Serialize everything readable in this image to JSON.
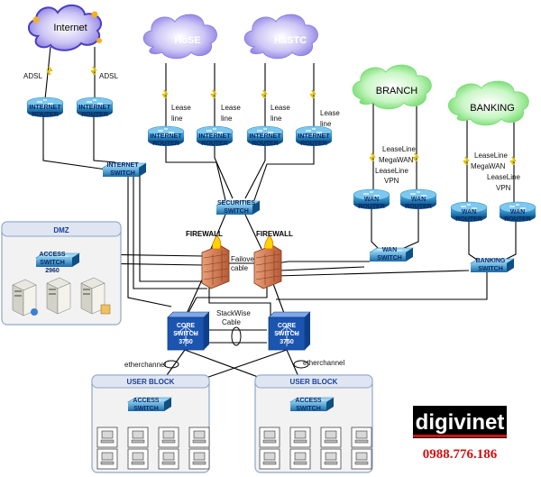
{
  "clouds": {
    "internet": "Internet",
    "hose": "HoSE",
    "hastc": "HaSTC",
    "branch": "BRANCH",
    "banking": "BANKING"
  },
  "labels": {
    "adsl": "ADSL",
    "lease": "Lease",
    "line": "line",
    "leaseline": "LeaseLine",
    "megawan": "MegaWAN",
    "vpn": "VPN",
    "firewall": "FIREWALL",
    "failover_1": "Failover",
    "failover_2": "cable",
    "stackwise_1": "StackWise",
    "stackwise_2": "Cable",
    "etherchannel": "etherchannel"
  },
  "devices": {
    "internet": "INTERNET",
    "router": "ROUTER",
    "switch": "SWITCH",
    "securities": "SECURITIES",
    "wan": "WAN",
    "banking": "BANKING",
    "access": "ACCESS",
    "model_2960": "2960",
    "core": "CORE",
    "model_3750": "3750"
  },
  "blocks": {
    "dmz": "DMZ",
    "user_block": "USER BLOCK"
  },
  "brand": {
    "name": "digivinet",
    "phone": "0988.776.186"
  },
  "colors": {
    "router": "#1f7fb5",
    "switch": "#1f6fa8",
    "core": "#1b55b0",
    "firewall": "#d87a50",
    "link": "#000000",
    "serial": "#e0c000",
    "block_bg": "#f2f2f2",
    "block_border": "#8fa6c8",
    "cloud_purple": "#9b8ee8",
    "cloud_green": "#7de07a",
    "brand_red": "#d11010"
  }
}
